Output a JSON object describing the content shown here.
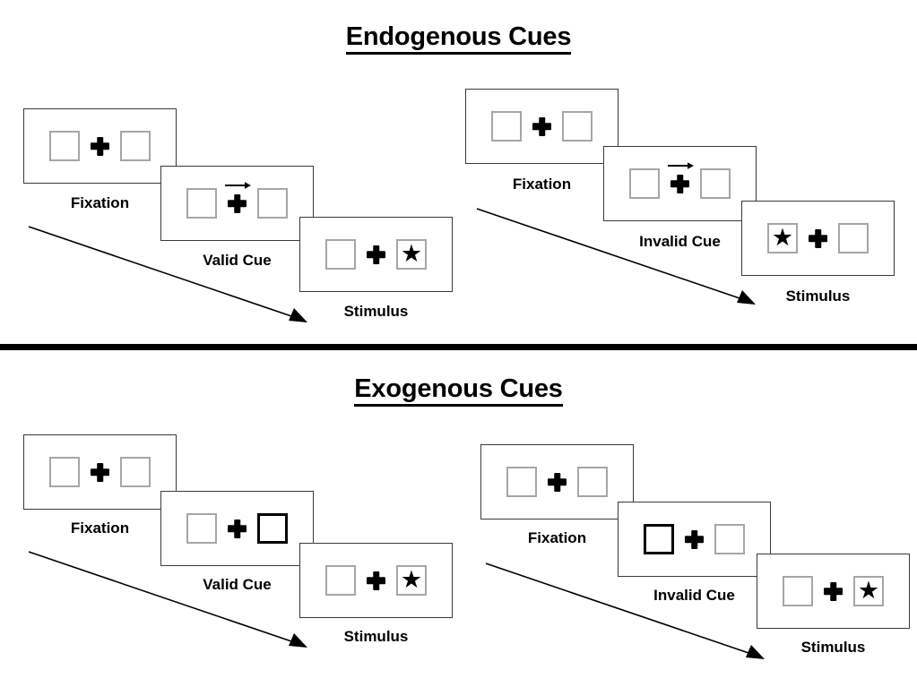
{
  "sections": [
    {
      "id": "endogenous",
      "title": "Endogenous Cues",
      "columns": [
        {
          "id": "valid",
          "cue_label": "Valid Cue",
          "panels": [
            {
              "id": "fixation",
              "label": "Fixation",
              "left_box": "empty",
              "right_box": "empty",
              "cue": "none",
              "arrow_direction": ""
            },
            {
              "id": "cue",
              "label": "Valid Cue",
              "left_box": "empty",
              "right_box": "empty",
              "cue": "arrow",
              "arrow_direction": "right"
            },
            {
              "id": "stimulus",
              "label": "Stimulus",
              "left_box": "empty",
              "right_box": "star",
              "cue": "none",
              "arrow_direction": ""
            }
          ]
        },
        {
          "id": "invalid",
          "cue_label": "Invalid Cue",
          "panels": [
            {
              "id": "fixation",
              "label": "Fixation",
              "left_box": "empty",
              "right_box": "empty",
              "cue": "none",
              "arrow_direction": ""
            },
            {
              "id": "cue",
              "label": "Invalid Cue",
              "left_box": "empty",
              "right_box": "empty",
              "cue": "arrow",
              "arrow_direction": "right"
            },
            {
              "id": "stimulus",
              "label": "Stimulus",
              "left_box": "star",
              "right_box": "empty",
              "cue": "none",
              "arrow_direction": ""
            }
          ]
        }
      ]
    },
    {
      "id": "exogenous",
      "title": "Exogenous Cues",
      "columns": [
        {
          "id": "valid",
          "cue_label": "Valid Cue",
          "panels": [
            {
              "id": "fixation",
              "label": "Fixation",
              "left_box": "empty",
              "right_box": "empty",
              "cue": "none",
              "arrow_direction": ""
            },
            {
              "id": "cue",
              "label": "Valid Cue",
              "left_box": "empty",
              "right_box": "highlighted",
              "cue": "box",
              "arrow_direction": ""
            },
            {
              "id": "stimulus",
              "label": "Stimulus",
              "left_box": "empty",
              "right_box": "star",
              "cue": "none",
              "arrow_direction": ""
            }
          ]
        },
        {
          "id": "invalid",
          "cue_label": "Invalid Cue",
          "panels": [
            {
              "id": "fixation",
              "label": "Fixation",
              "left_box": "empty",
              "right_box": "empty",
              "cue": "none",
              "arrow_direction": ""
            },
            {
              "id": "cue",
              "label": "Invalid Cue",
              "left_box": "highlighted",
              "right_box": "empty",
              "cue": "box",
              "arrow_direction": ""
            },
            {
              "id": "stimulus",
              "label": "Stimulus",
              "left_box": "empty",
              "right_box": "star",
              "cue": "none",
              "arrow_direction": ""
            }
          ]
        }
      ]
    }
  ],
  "glyphs": {
    "star": "★",
    "fixation_cross": "plus-cross",
    "cue_arrow": "right-arrow",
    "time_arrow": "diagonal-arrow"
  },
  "colors": {
    "background": "#ffffff",
    "ink": "#000000",
    "frame_border": "#3a3a3a",
    "box_border": "#a6a6a6",
    "cued_box_border": "#000000",
    "divider": "#000000"
  },
  "labels": {
    "endogenous_title": "Endogenous Cues",
    "exogenous_title": "Exogenous Cues",
    "fixation": "Fixation",
    "valid_cue": "Valid Cue",
    "invalid_cue": "Invalid Cue",
    "stimulus": "Stimulus"
  }
}
